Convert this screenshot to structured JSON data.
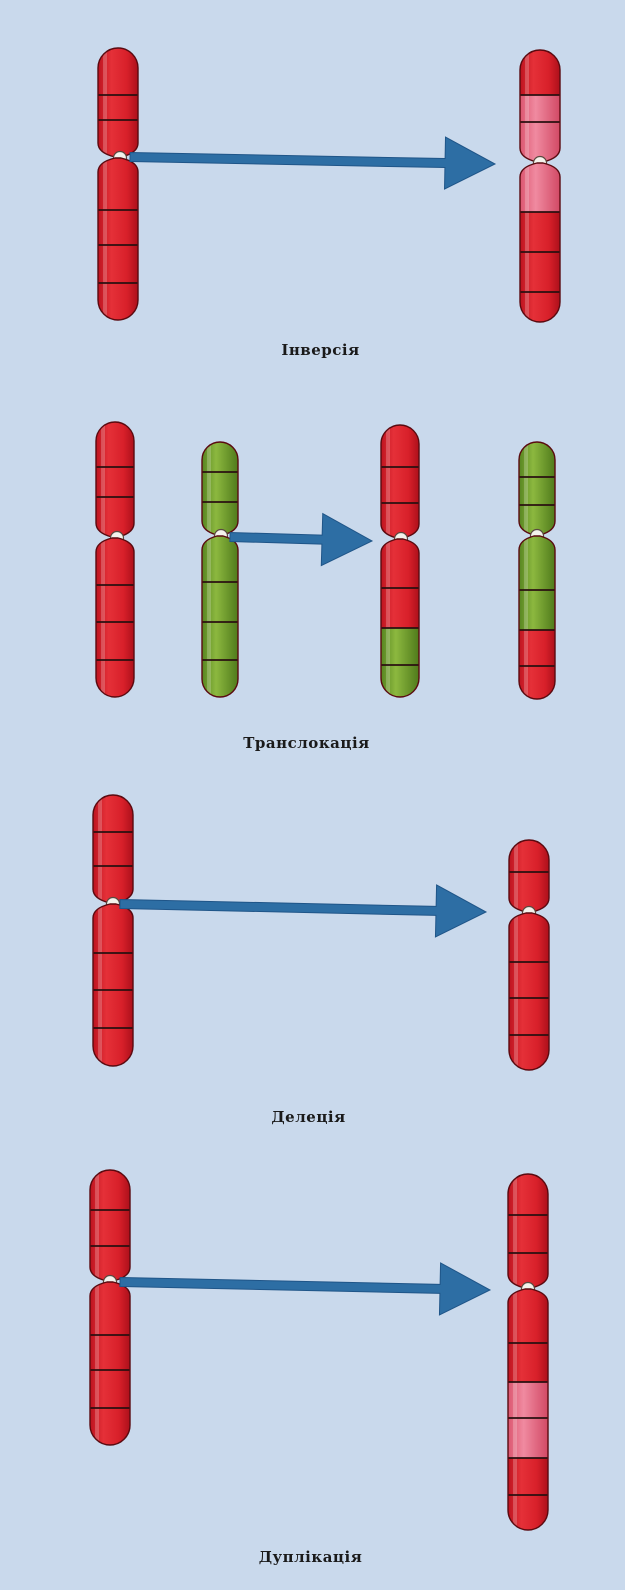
{
  "colors": {
    "background": "#c9d9ec",
    "red": "#d8202a",
    "red_light": "#ea6f86",
    "green": "#6f9e2c",
    "arrow": "#2d6ea4",
    "centromere": "#f4f3ec",
    "band_line": "#2a1010"
  },
  "panels": [
    {
      "key": "inversion",
      "label": "Інверсія"
    },
    {
      "key": "translocation",
      "label": "Транслокація"
    },
    {
      "key": "deletion",
      "label": "Делеція"
    },
    {
      "key": "duplication",
      "label": "Дуплікація"
    }
  ]
}
